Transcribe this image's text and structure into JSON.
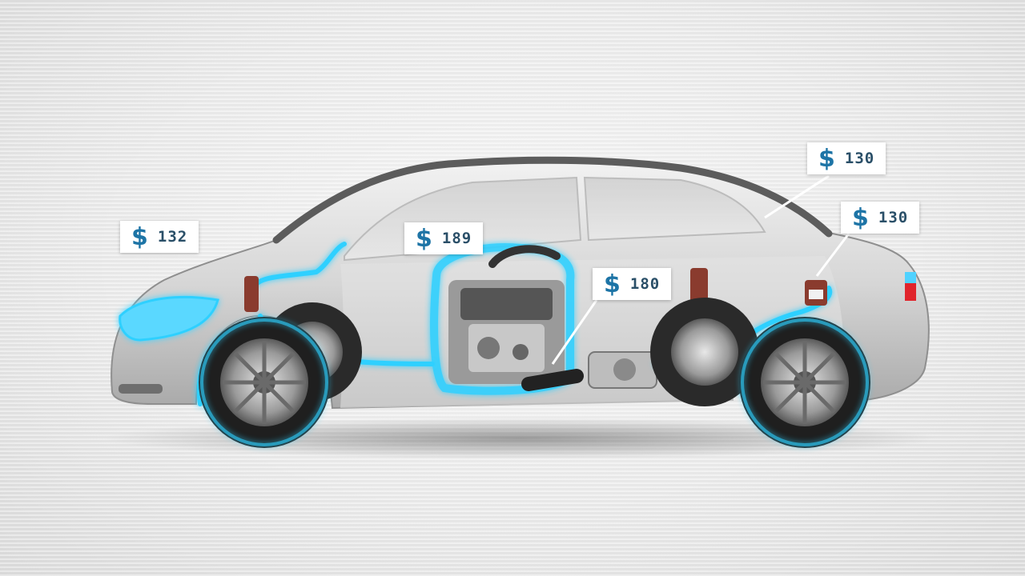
{
  "price_tags": [
    {
      "currency": "$",
      "amount": "132"
    },
    {
      "currency": "$",
      "amount": "189"
    },
    {
      "currency": "$",
      "amount": "180"
    },
    {
      "currency": "$",
      "amount": "130"
    },
    {
      "currency": "$",
      "amount": "130"
    }
  ],
  "colors": {
    "glow": "#2fd0ff",
    "tag_text": "#1d74a6",
    "car_body": "#d9d9d9",
    "tail_light": "#e0242b"
  }
}
